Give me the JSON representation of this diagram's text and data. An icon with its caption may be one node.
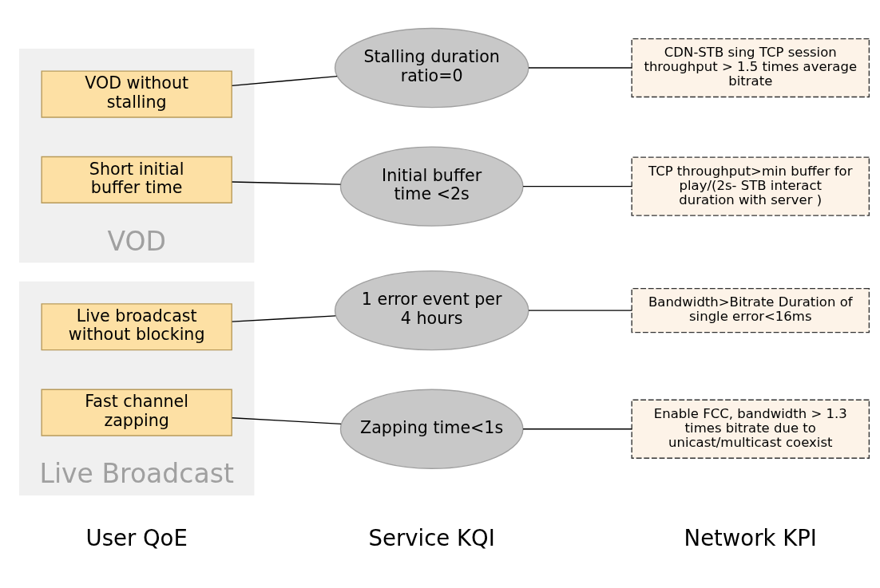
{
  "diagram": {
    "nodes": [
      {
        "text": [
          "Live Broadcast"
        ]
      },
      {
        "text": [
          "Live broadcast without blocking"
        ],
        "in": 0
      },
      {
        "text": [
          "Fast channel zapping"
        ],
        "in": 0
      },
      {
        "text": [
          "VOD"
        ]
      },
      {
        "text": [
          "VOD without stalling"
        ],
        "in": 3
      },
      {
        "text": [
          "Short initial buffer time"
        ],
        "in": 3
      },
      {
        "text": [
          "1 error event per 4 hours"
        ]
      },
      {
        "text": [
          "Zapping time<1s"
        ]
      },
      {
        "text": [
          "Stalling duration ratio=0"
        ]
      },
      {
        "text": [
          "Initial buffer time <2s"
        ]
      },
      {
        "text": [
          "Bandwidth>Bitrate Duration of single error<16ms"
        ]
      },
      {
        "text": [
          "Enable FCC, bandwidth > 1.3 times bitrate due to unicast/multicast coexist"
        ]
      },
      {
        "text": [
          "CDN-STB sing TCP session throughput > 1.5 times average bitrate"
        ]
      },
      {
        "text": [
          "TCP throughput>min buffer for play/(2s- STB interact duration with server )"
        ]
      }
    ],
    "edges": [
      {
        "from": 1,
        "to": 6,
        "arrow": "none"
      },
      {
        "from": 6,
        "to": 10,
        "arrow": "none"
      },
      {
        "from": 2,
        "to": 7,
        "arrow": "none"
      },
      {
        "from": 7,
        "to": 11,
        "arrow": "none"
      },
      {
        "from": 4,
        "to": 8,
        "arrow": "none"
      },
      {
        "from": 8,
        "to": 12,
        "arrow": "none"
      },
      {
        "from": 5,
        "to": 9,
        "arrow": "none"
      },
      {
        "from": 9,
        "to": 13,
        "arrow": "none"
      }
    ],
    "labels": [
      "User QoE",
      "Service KQI",
      "Network KPI"
    ]
  }
}
